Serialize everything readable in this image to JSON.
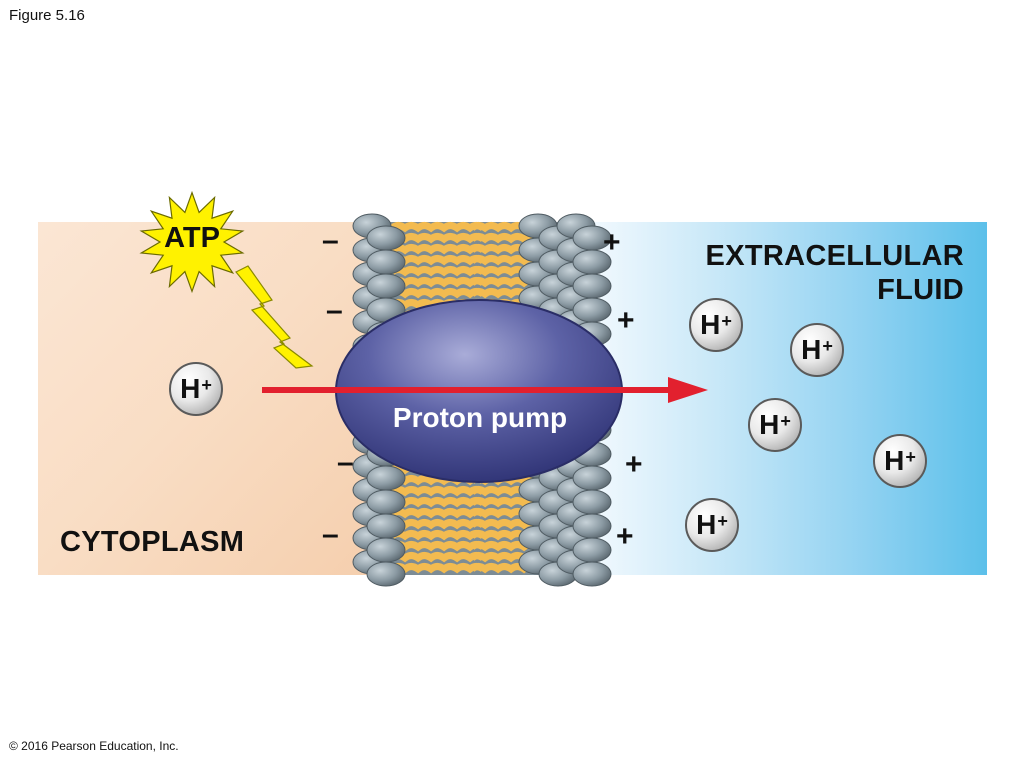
{
  "figure_label": "Figure 5.16",
  "copyright": "© 2016 Pearson Education, Inc.",
  "regions": {
    "cytoplasm": "CYTOPLASM",
    "extracellular_line1": "EXTRACELLULAR",
    "extracellular_line2": "FLUID"
  },
  "pump_label": "Proton pump",
  "atp_label": "ATP",
  "ion": {
    "symbol": "H",
    "charge": "+"
  },
  "charges": {
    "negative": "–",
    "positive": "+"
  },
  "colors": {
    "cytoplasm": "#f7d3b4",
    "extracellular": "#5cc0ea",
    "pump": "#3b3f86",
    "arrow": "#e2202e",
    "atp_burst": "#fff200",
    "lipid_tail": "#f0b44a",
    "phospholipid_head": "#8a9aa3"
  }
}
